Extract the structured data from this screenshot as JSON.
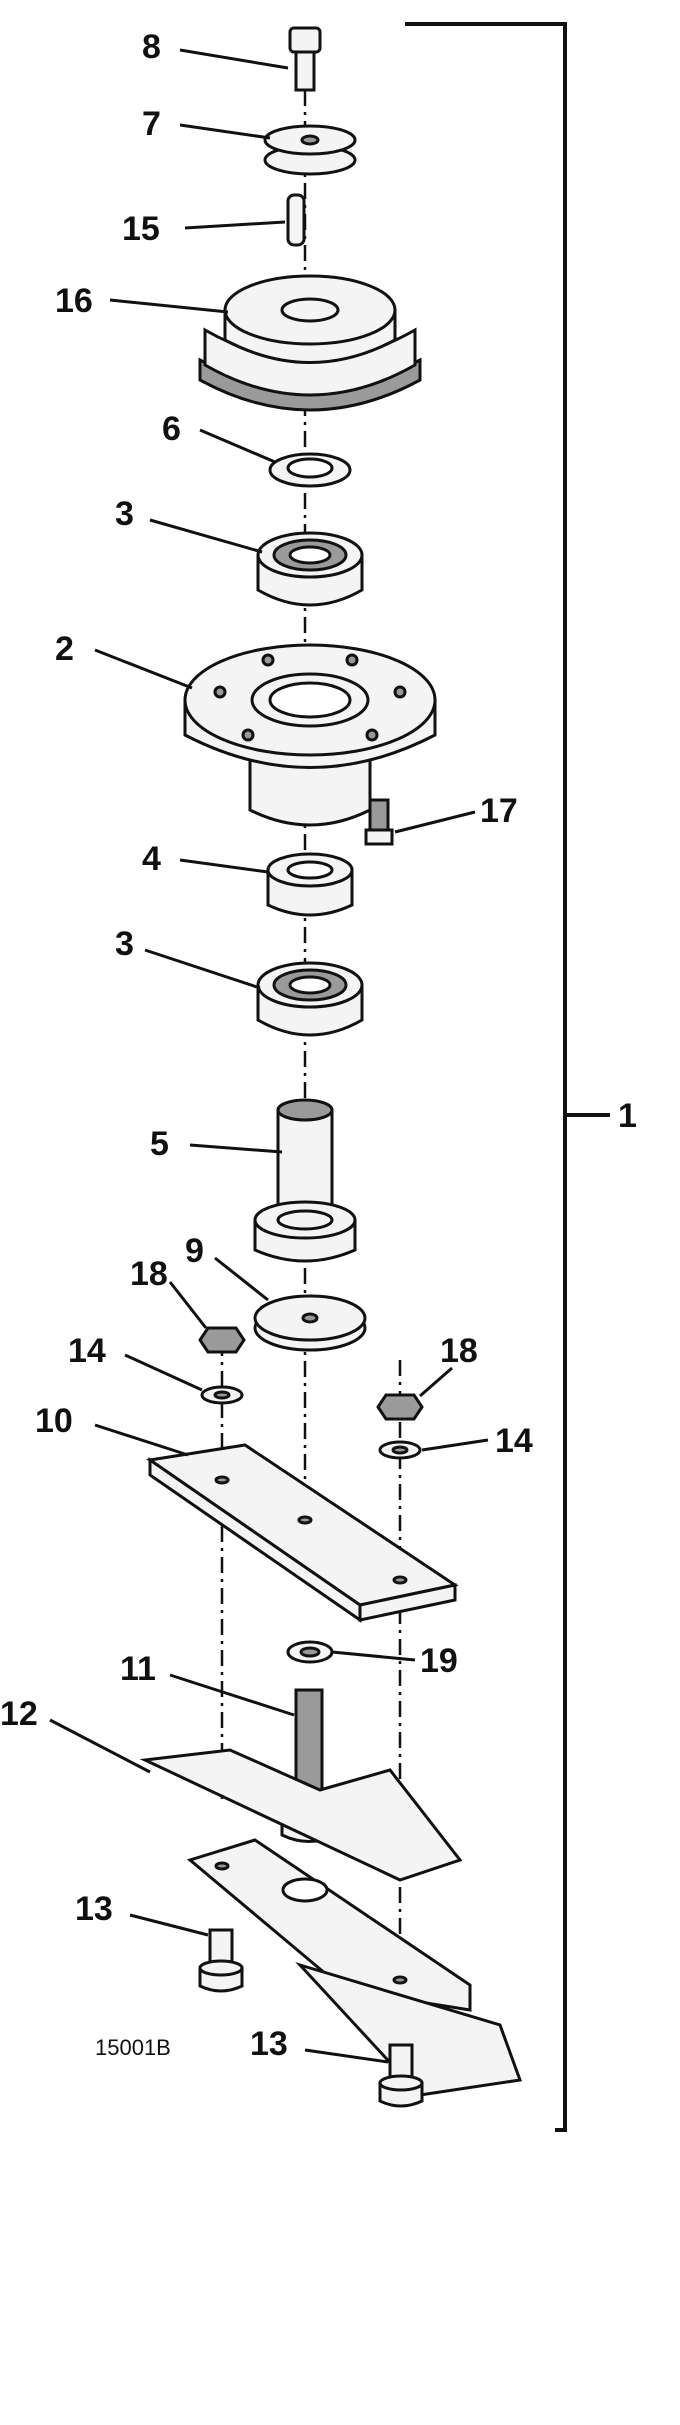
{
  "callouts": [
    {
      "id": "8",
      "text": "8"
    },
    {
      "id": "7",
      "text": "7"
    },
    {
      "id": "15",
      "text": "15"
    },
    {
      "id": "16",
      "text": "16"
    },
    {
      "id": "6",
      "text": "6"
    },
    {
      "id": "3a",
      "text": "3"
    },
    {
      "id": "2",
      "text": "2"
    },
    {
      "id": "17",
      "text": "17"
    },
    {
      "id": "4",
      "text": "4"
    },
    {
      "id": "3b",
      "text": "3"
    },
    {
      "id": "1",
      "text": "1"
    },
    {
      "id": "5",
      "text": "5"
    },
    {
      "id": "18a",
      "text": "18"
    },
    {
      "id": "9",
      "text": "9"
    },
    {
      "id": "14a",
      "text": "14"
    },
    {
      "id": "18b",
      "text": "18"
    },
    {
      "id": "10",
      "text": "10"
    },
    {
      "id": "14b",
      "text": "14"
    },
    {
      "id": "19",
      "text": "19"
    },
    {
      "id": "11",
      "text": "11"
    },
    {
      "id": "12",
      "text": "12"
    },
    {
      "id": "13a",
      "text": "13"
    },
    {
      "id": "13b",
      "text": "13"
    }
  ],
  "drawing_code": "15001B"
}
